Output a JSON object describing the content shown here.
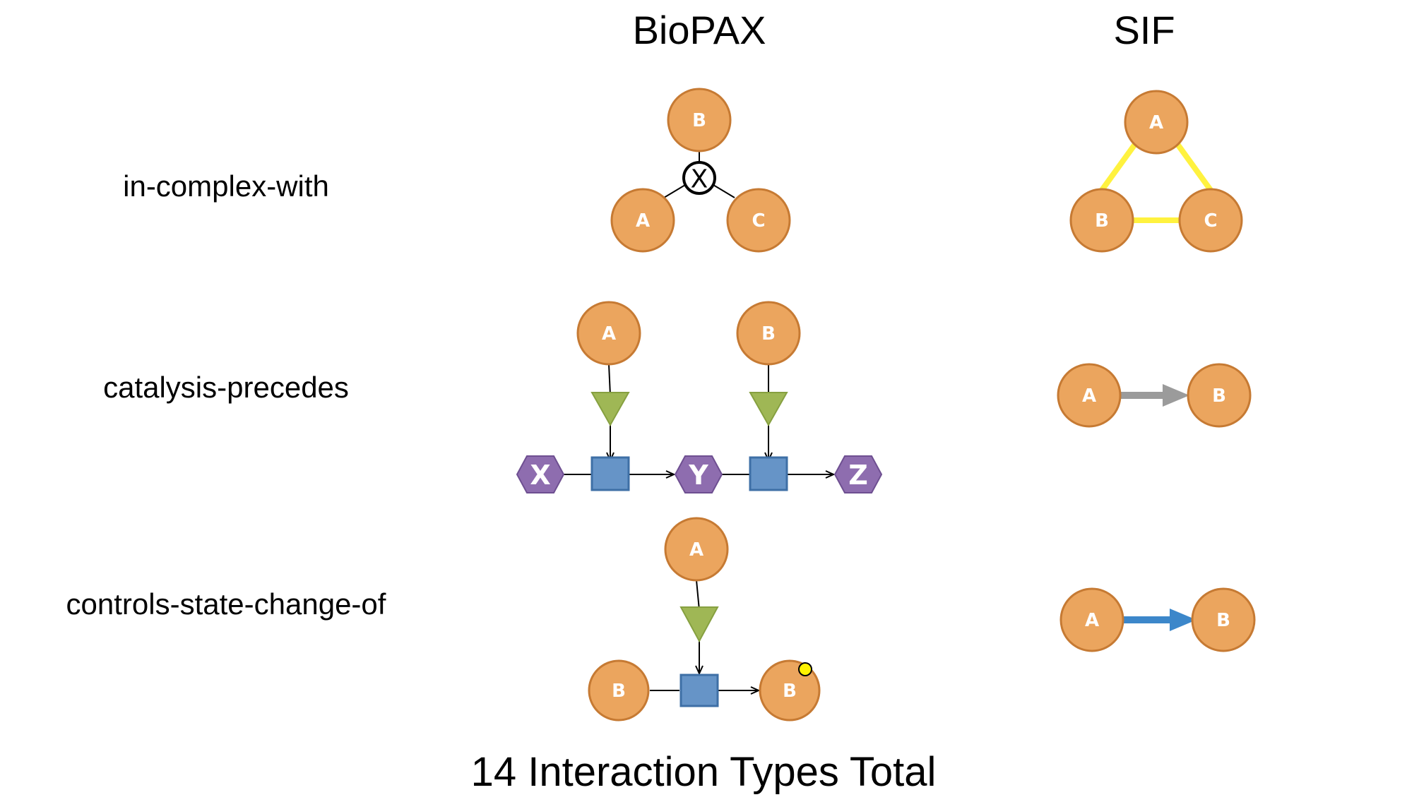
{
  "headers": {
    "biopax": "BioPAX",
    "sif": "SIF"
  },
  "rows": [
    {
      "label": "in-complex-with"
    },
    {
      "label": "catalysis-precedes"
    },
    {
      "label": "controls-state-change-of"
    }
  ],
  "footer": "14 Interaction Types Total",
  "colors": {
    "protein_fill": "#EBA55E",
    "protein_stroke": "#C67A33",
    "molecule_fill": "#8E6DAF",
    "process_fill": "#6694C7",
    "catalysis_fill": "#9FB755",
    "sif_complex_edge": "#FFF23F",
    "sif_catalysis_edge": "#9B9B9B",
    "sif_state_edge": "#3C87CA",
    "modification_dot": "#FFF200"
  },
  "diagrams": {
    "complex_biopax": {
      "nodes": [
        "B",
        "A",
        "C"
      ],
      "complex_symbol": "X"
    },
    "complex_sif": {
      "nodes": [
        "A",
        "B",
        "C"
      ]
    },
    "catalysis_biopax": {
      "controllers": [
        "A",
        "B"
      ],
      "molecules": [
        "X",
        "Y",
        "Z"
      ]
    },
    "catalysis_sif": {
      "nodes": [
        "A",
        "B"
      ]
    },
    "state_biopax": {
      "controller": "A",
      "input": "B",
      "output": "B"
    },
    "state_sif": {
      "nodes": [
        "A",
        "B"
      ]
    }
  }
}
